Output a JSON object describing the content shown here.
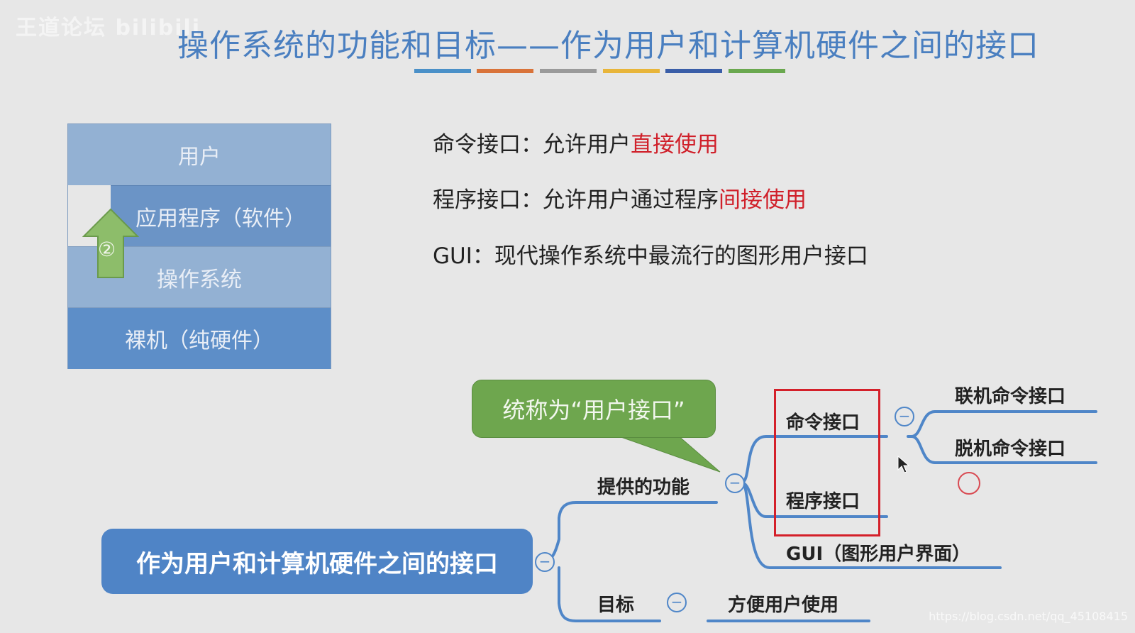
{
  "watermark": "王道论坛 bilibili",
  "title": "操作系统的功能和目标——作为用户和计算机硬件之间的接口",
  "accent_colors": [
    "#4a90c8",
    "#d9733a",
    "#9a9a9a",
    "#e8b53a",
    "#3a5ea8",
    "#6aa84f"
  ],
  "layers": {
    "user": "用户",
    "app": "应用程序（软件）",
    "os": "操作系统",
    "hw": "裸机（纯硬件）",
    "marker": "②"
  },
  "defs": [
    {
      "label": "命令接口：",
      "text": "允许用户",
      "highlight": "直接使用"
    },
    {
      "label": "程序接口：",
      "text": "允许用户通过程序",
      "highlight": "间接使用"
    },
    {
      "label": "GUI：",
      "text": "现代操作系统中最流行的图形用户接口",
      "highlight": ""
    }
  ],
  "callout": "统称为“用户接口”",
  "mindmap": {
    "root": "作为用户和计算机硬件之间的接口",
    "provide": "提供的功能",
    "goal": "目标",
    "goal_child": "方便用户使用",
    "cmd": "命令接口",
    "prog": "程序接口",
    "gui": "GUI（图形用户界面）",
    "online": "联机命令接口",
    "offline": "脱机命令接口",
    "collapse_glyph": "−"
  },
  "footer": "https://blog.csdn.net/qq_45108415"
}
